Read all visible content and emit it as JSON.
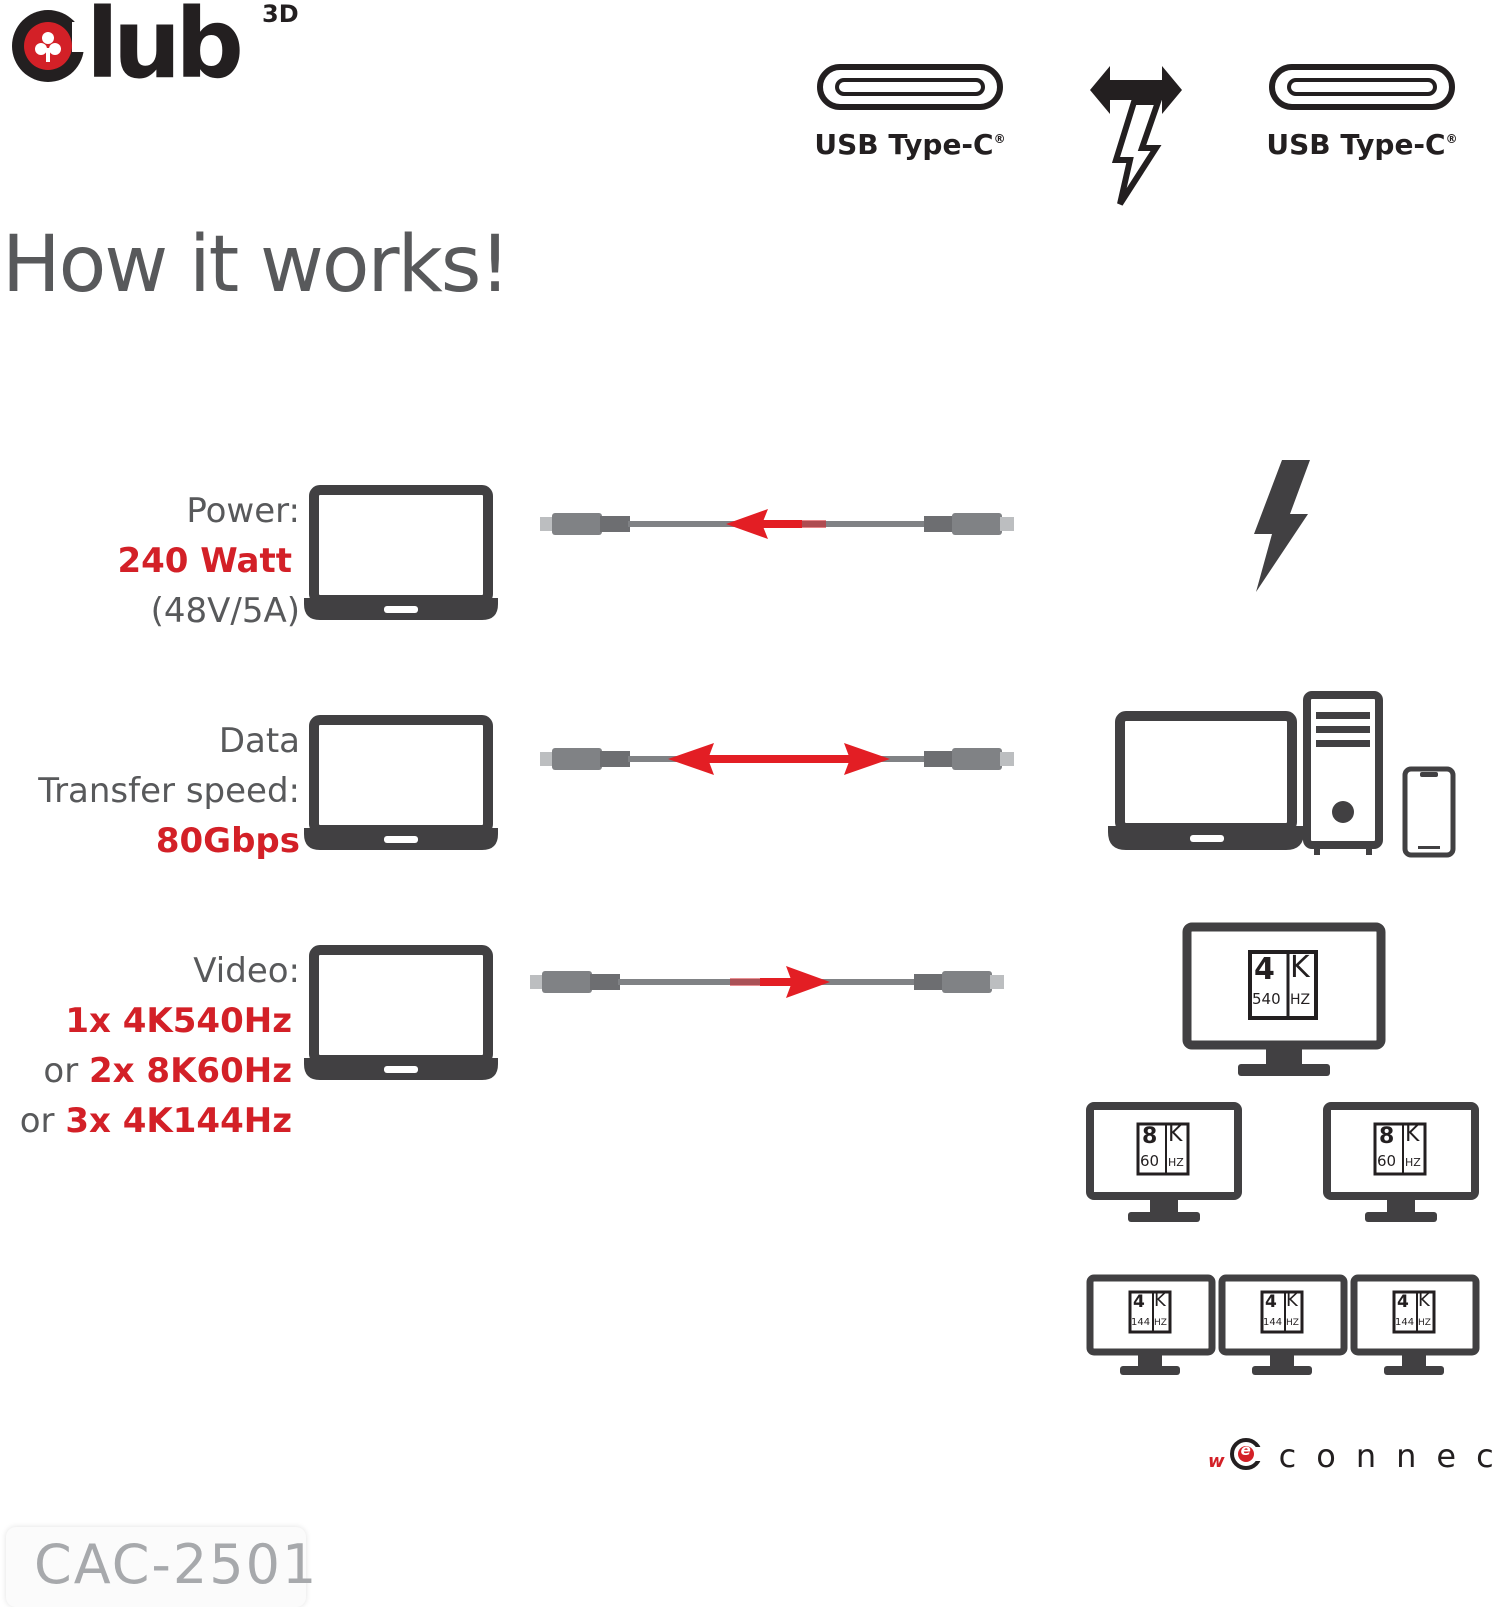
{
  "brand": {
    "logo_text": "club",
    "logo_superscript": "3D",
    "accent_color": "#d32027",
    "dark_color": "#231f20",
    "gray_color": "#58595b"
  },
  "connectors": {
    "left_label": "USB Type-C",
    "right_label": "USB Type-C",
    "registered_mark": "®"
  },
  "title": "How it works!",
  "features": {
    "power": {
      "label": "Power:",
      "value": "240 Watt",
      "detail": "(48V/5A)"
    },
    "data": {
      "label_line1": "Data",
      "label_line2": "Transfer speed:",
      "value": "80Gbps"
    },
    "video": {
      "label": "Video:",
      "option1": "1x 4K540Hz",
      "or_prefix": "or ",
      "option2": "2x 8K60Hz",
      "option3": "3x 4K144Hz"
    }
  },
  "monitor_badges": {
    "large": {
      "res": "4",
      "res_letter": "K",
      "rate": "540",
      "hz": "HZ"
    },
    "medium": {
      "res": "8",
      "res_letter": "K",
      "rate": "60",
      "hz": "HZ"
    },
    "small": {
      "res": "4",
      "res_letter": "K",
      "rate": "144",
      "hz": "HZ"
    }
  },
  "tagline": {
    "prefix": "w",
    "emblem_letter": "e",
    "word": "connect"
  },
  "model": "CAC-2501",
  "icons": [
    "club3d-logo",
    "usb-c-port-icon",
    "bidirectional-lightning-icon",
    "laptop-icon",
    "cable-icon",
    "lightning-icon",
    "desktop-tower-icon",
    "smartphone-icon",
    "monitor-icon"
  ]
}
